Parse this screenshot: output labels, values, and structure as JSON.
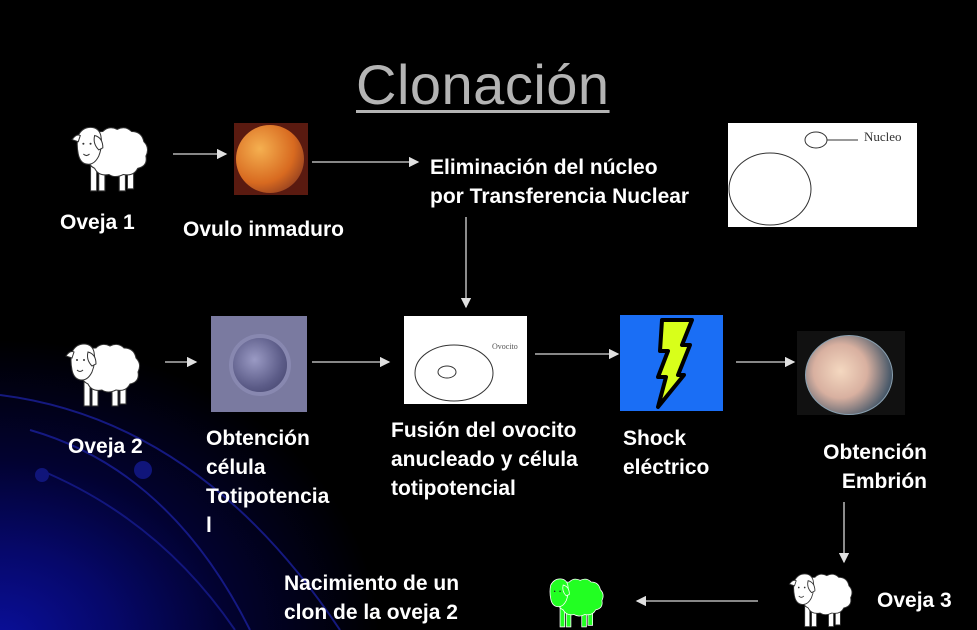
{
  "title": "Clonación",
  "colors": {
    "background": "#000000",
    "title": "#b4b4b4",
    "text": "#ffffff",
    "arrow": "#d0d0d0",
    "shock_bg": "#1a6ef5",
    "bolt": "#d8ff1a",
    "clone_sheep": "#22ff22"
  },
  "nodes": {
    "oveja1": {
      "label": "Oveja 1",
      "icon": "sheep-icon"
    },
    "ovulo": {
      "label": "Ovulo inmaduro",
      "icon": "egg-cell-image"
    },
    "eliminacion": {
      "line1": "Eliminación del núcleo",
      "line2": "por Transferencia Nuclear",
      "icon": "nucleus-diagram"
    },
    "nucleo_diagram": {
      "label": "Nucleo"
    },
    "oveja2": {
      "label": "Oveja 2",
      "icon": "sheep-icon"
    },
    "celula": {
      "line1": "Obtención",
      "line2": "célula",
      "line3": "Totipotencia",
      "line4": "l",
      "icon": "totipotent-cell-image"
    },
    "fusion": {
      "line1": "Fusión del ovocito",
      "line2": "anucleado y célula",
      "line3": "totipotencial",
      "icon": "oocyte-diagram"
    },
    "ovocito_diagram": {
      "label": "Ovocito"
    },
    "shock": {
      "line1": "Shock",
      "line2": "eléctrico",
      "icon": "lightning-bolt-icon"
    },
    "embrion": {
      "line1": "Obtención",
      "line2": "Embrión",
      "icon": "embryo-image"
    },
    "oveja3": {
      "label": "Oveja 3",
      "icon": "sheep-icon"
    },
    "clon": {
      "line1": "Nacimiento de un",
      "line2": "clon de la oveja 2",
      "icon": "green-sheep-icon"
    }
  },
  "flow": [
    [
      "oveja1",
      "ovulo"
    ],
    [
      "ovulo",
      "eliminacion"
    ],
    [
      "eliminacion",
      "fusion"
    ],
    [
      "oveja2",
      "celula"
    ],
    [
      "celula",
      "fusion"
    ],
    [
      "fusion",
      "shock"
    ],
    [
      "shock",
      "embrion"
    ],
    [
      "embrion",
      "oveja3"
    ],
    [
      "oveja3",
      "clon"
    ]
  ]
}
